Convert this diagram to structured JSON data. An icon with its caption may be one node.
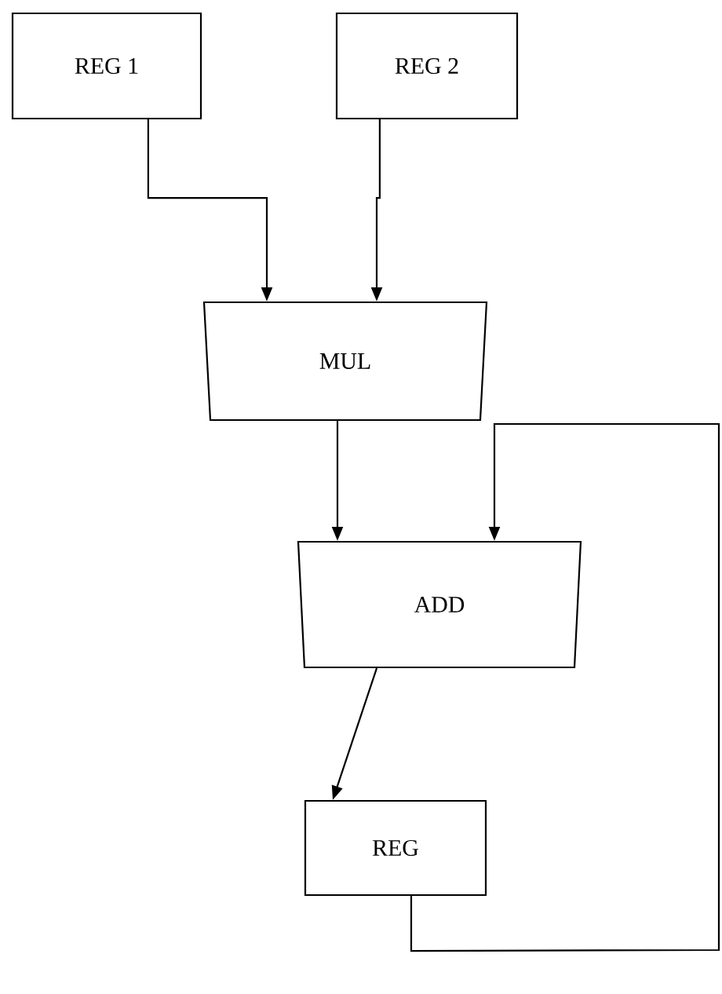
{
  "diagram": {
    "nodes": [
      {
        "text": [
          "REG 1"
        ]
      },
      {
        "text": [
          "REG 2"
        ]
      },
      {
        "text": [
          "MUL"
        ]
      },
      {
        "text": [
          "ADD"
        ]
      },
      {
        "text": [
          "REG"
        ]
      }
    ],
    "edges": [
      {
        "from": 0,
        "to": 2,
        "arrow": "to"
      },
      {
        "from": 1,
        "to": 2,
        "arrow": "to"
      },
      {
        "from": 2,
        "to": 3,
        "arrow": "to"
      },
      {
        "from": 3,
        "to": 4,
        "arrow": "to"
      },
      {
        "from": 4,
        "to": 3,
        "arrow": "to"
      }
    ]
  }
}
